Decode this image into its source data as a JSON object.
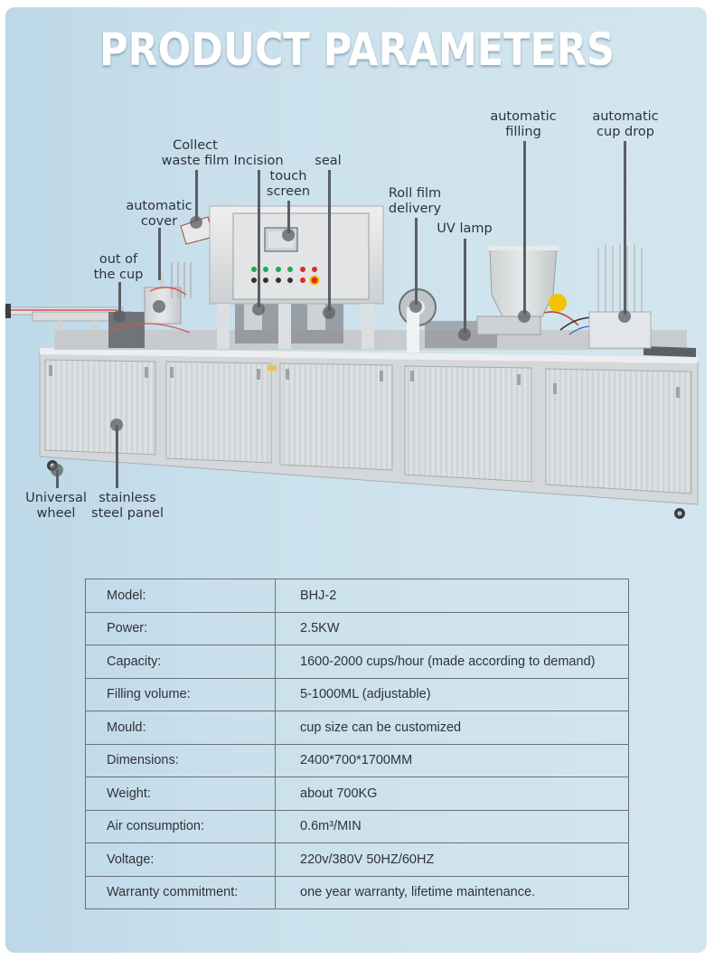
{
  "header": {
    "title": "PRODUCT PARAMETERS"
  },
  "diagram": {
    "callouts": {
      "collect_waste_film": "Collect\nwaste film",
      "incision": "Incision",
      "seal": "seal",
      "touch_screen": "touch\nscreen",
      "automatic_cover": "automatic\ncover",
      "out_of_the_cup": "out of\nthe cup",
      "roll_film_delivery": "Roll film\ndelivery",
      "uv_lamp": "UV lamp",
      "automatic_filling": "automatic\nfilling",
      "automatic_cup_drop": "automatic\ncup drop",
      "universal_wheel": "Universal\nwheel",
      "stainless_steel_panel": "stainless\nsteel panel"
    }
  },
  "specs": [
    {
      "label": "Model:",
      "value": "BHJ-2"
    },
    {
      "label": "Power:",
      "value": "2.5KW"
    },
    {
      "label": "Capacity:",
      "value": "1600-2000 cups/hour (made according to demand)"
    },
    {
      "label": "Filling volume:",
      "value": "5-1000ML (adjustable)"
    },
    {
      "label": "Mould:",
      "value": "cup size can be customized"
    },
    {
      "label": "Dimensions:",
      "value": "2400*700*1700MM"
    },
    {
      "label": "Weight:",
      "value": "about 700KG"
    },
    {
      "label": "Air consumption:",
      "value": "0.6m³/MIN"
    },
    {
      "label": "Voltage:",
      "value": "220v/380V 50HZ/60HZ"
    },
    {
      "label": "Warranty commitment:",
      "value": "one year warranty, lifetime maintenance."
    }
  ],
  "colors": {
    "background": "#c9e0ec",
    "title": "#ffffff",
    "text": "#2f3337",
    "border": "#6c7276"
  }
}
